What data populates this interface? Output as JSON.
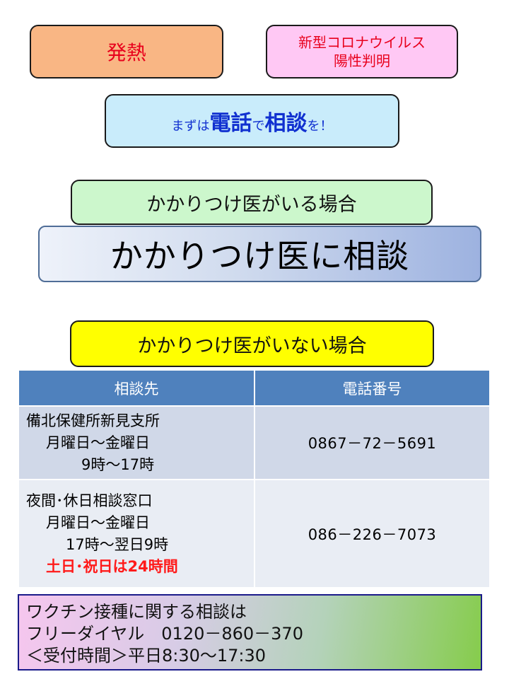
{
  "top": {
    "fever": "発熱",
    "covid_line1": "新型コロナウイルス",
    "covid_line2": "陽性判明"
  },
  "call_first": {
    "part1": "まずは",
    "part2": "電話",
    "part3": "で",
    "part4": "相談",
    "part5": "を！"
  },
  "with_doctor": {
    "label": "かかりつけ医がいる場合",
    "action": "かかりつけ医に相談"
  },
  "without_doctor": {
    "label": "かかりつけ医がいない場合"
  },
  "table": {
    "headers": [
      "相談先",
      "電話番号"
    ],
    "rows": [
      {
        "name": "備北保健所新見支所",
        "days": "月曜日～金曜日",
        "hours": "9時～17時",
        "phone": "0867－72－5691"
      },
      {
        "name": "夜間･休日相談窓口",
        "days": "月曜日～金曜日",
        "hours": "17時～翌日9時",
        "note": "土日･祝日は24時間",
        "phone": "086－226－7073"
      }
    ]
  },
  "vaccine": {
    "line1": "ワクチン接種に関する相談は",
    "line2": "フリーダイヤル　0120－860－370",
    "line3": "＜受付時間＞平日8:30～17:30"
  },
  "colors": {
    "fever_bg": "#f9b684",
    "covid_bg": "#ffc8f4",
    "call_bg": "#c9ecfb",
    "with_doctor_bg": "#ccf7cc",
    "without_doctor_bg": "#ffff00",
    "table_header": "#4f81bd",
    "alert_red": "#e8001c"
  }
}
